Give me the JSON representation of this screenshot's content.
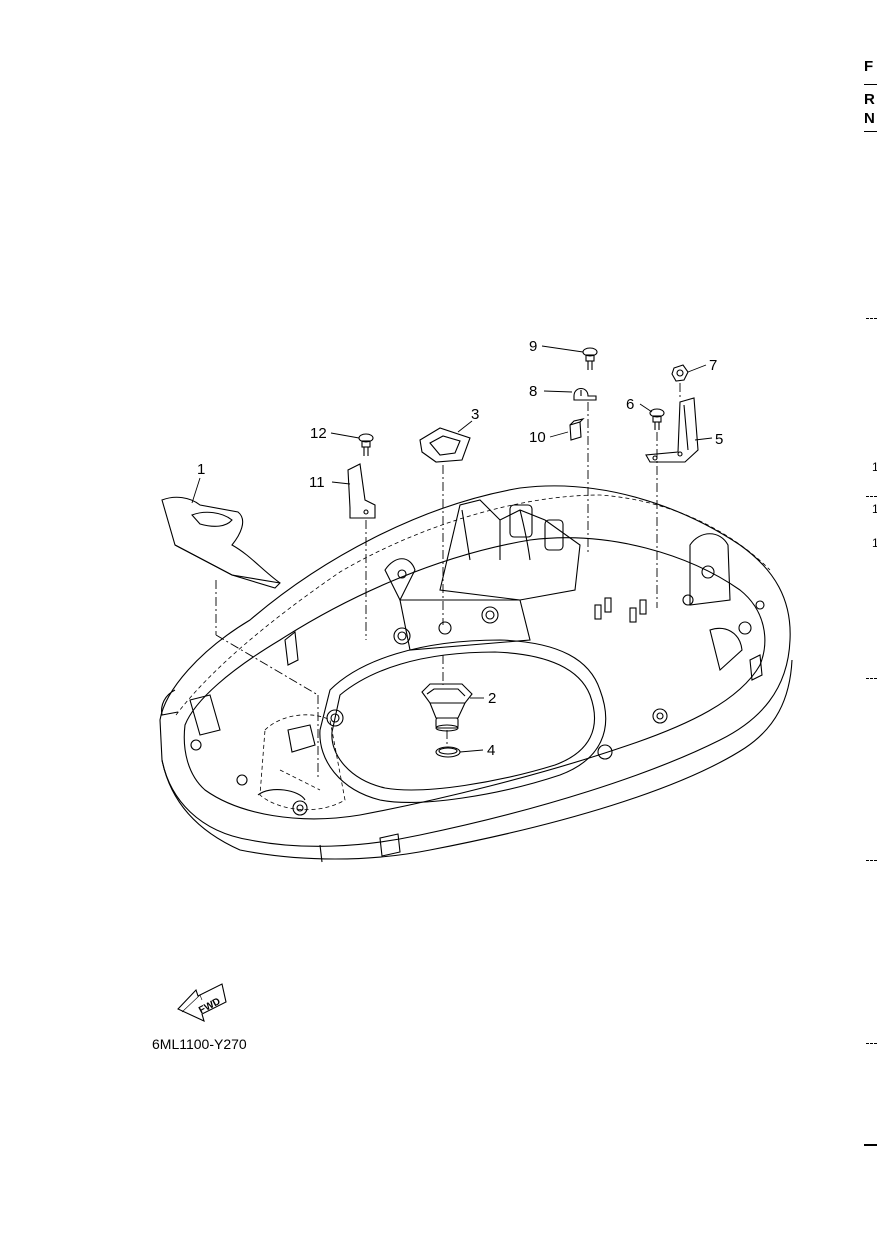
{
  "diagram": {
    "ref_code": "6ML1100-Y270",
    "fwd_label": "FWD",
    "callouts": [
      "1",
      "2",
      "3",
      "4",
      "5",
      "6",
      "7",
      "8",
      "9",
      "10",
      "11",
      "12"
    ]
  },
  "page_edge": {
    "letters": [
      "F",
      "R",
      "N"
    ],
    "numbers": [
      "1",
      "1",
      "1"
    ]
  }
}
